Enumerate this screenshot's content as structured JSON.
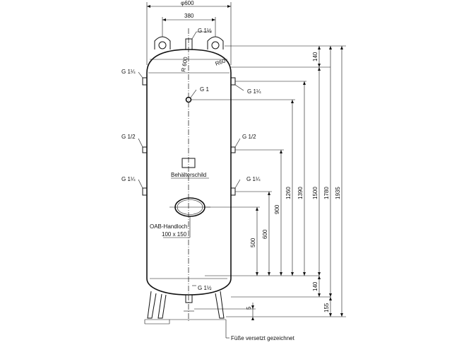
{
  "drawing": {
    "dia_top": "φ600",
    "width_380": "380",
    "g112_top": "G 1½",
    "r600_left": "R 600",
    "r60_right": "R60",
    "g114_left_upper": "G 1¼",
    "g114_right_upper": "G 1¼",
    "g1": "G 1",
    "g12_left": "G 1/2",
    "g12_right": "G 1/2",
    "nameplate": "Behälterschild",
    "g114_left_lower": "G 1¼",
    "g114_right_lower": "G 1¼",
    "handhole_line1": "OAB-Handloch",
    "handhole_line2": "100 x 150",
    "g112_bottom": "G 1½",
    "feet_note": "Füße versetzt gezeichnet"
  },
  "dimensions": {
    "d140_top": "140",
    "d1500": "1500",
    "d1780": "1780",
    "d1935": "1935",
    "d1390": "1390",
    "d1260": "1260",
    "d900": "900",
    "d600": "600",
    "d500": "500",
    "d140_bottom": "140",
    "d5": "5",
    "d155": "155"
  }
}
